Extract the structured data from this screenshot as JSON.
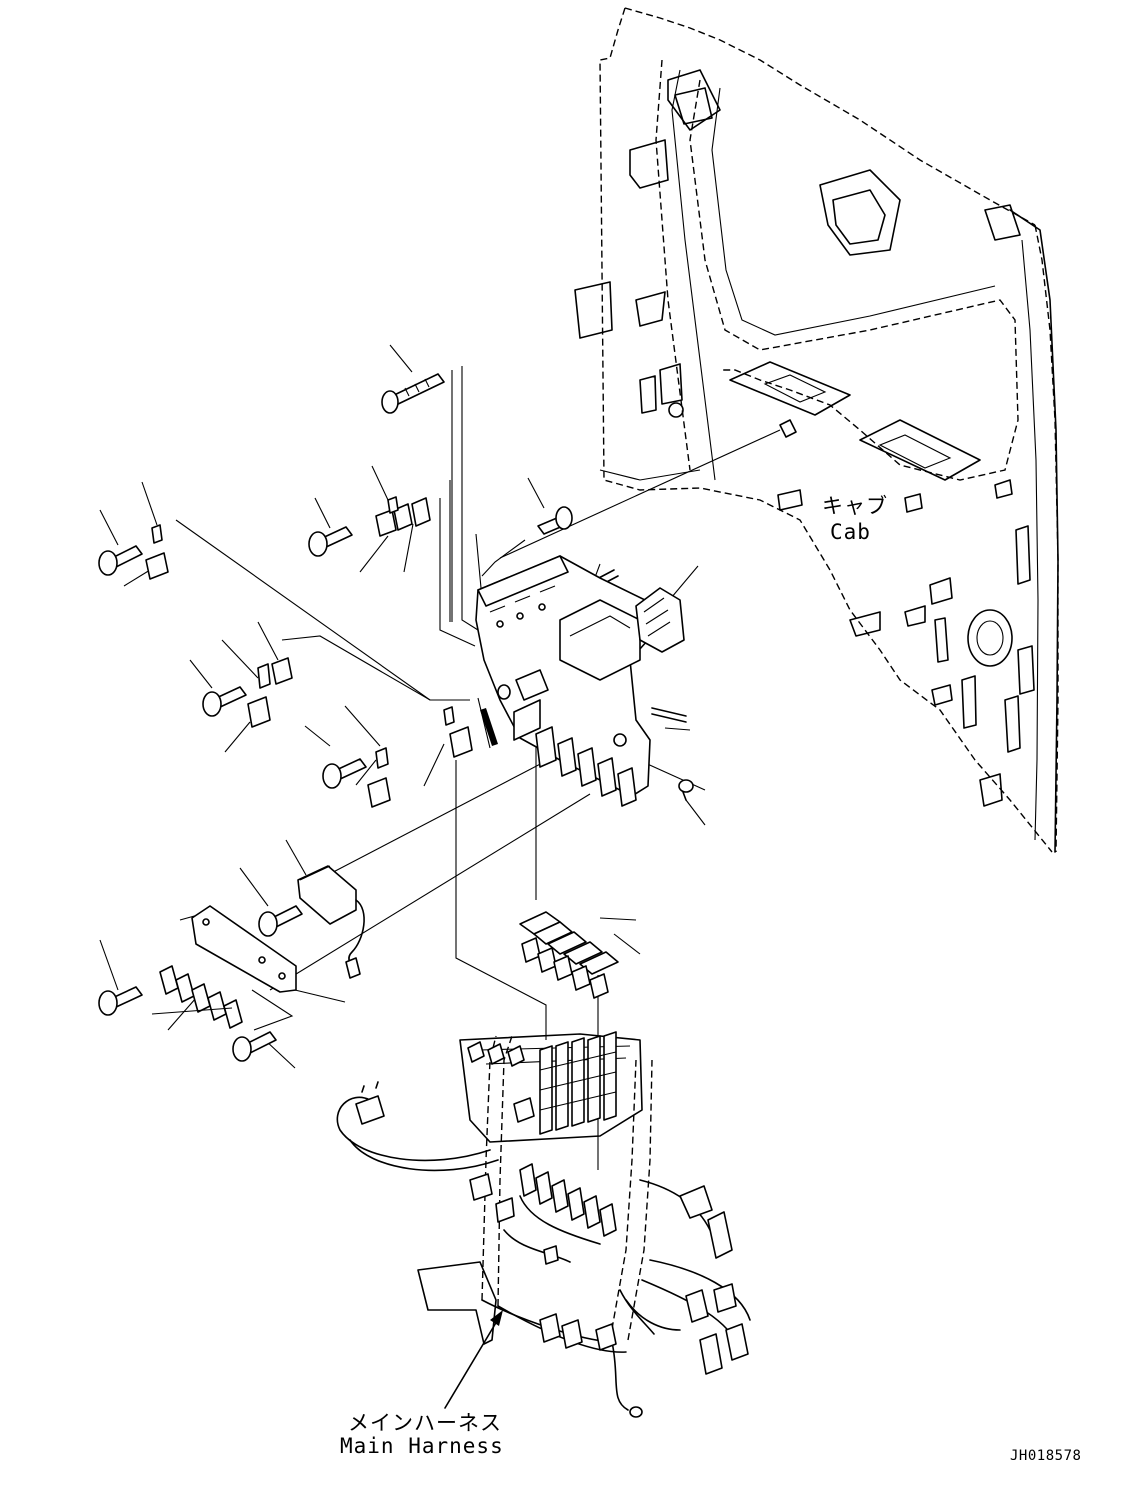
{
  "labels": {
    "cab_jp": "キャブ",
    "cab_en": "Cab",
    "harness_jp": "メインハーネス",
    "harness_en": "Main Harness",
    "drawing_code": "JH018578"
  },
  "colors": {
    "line": "#000000",
    "background": "#ffffff"
  }
}
